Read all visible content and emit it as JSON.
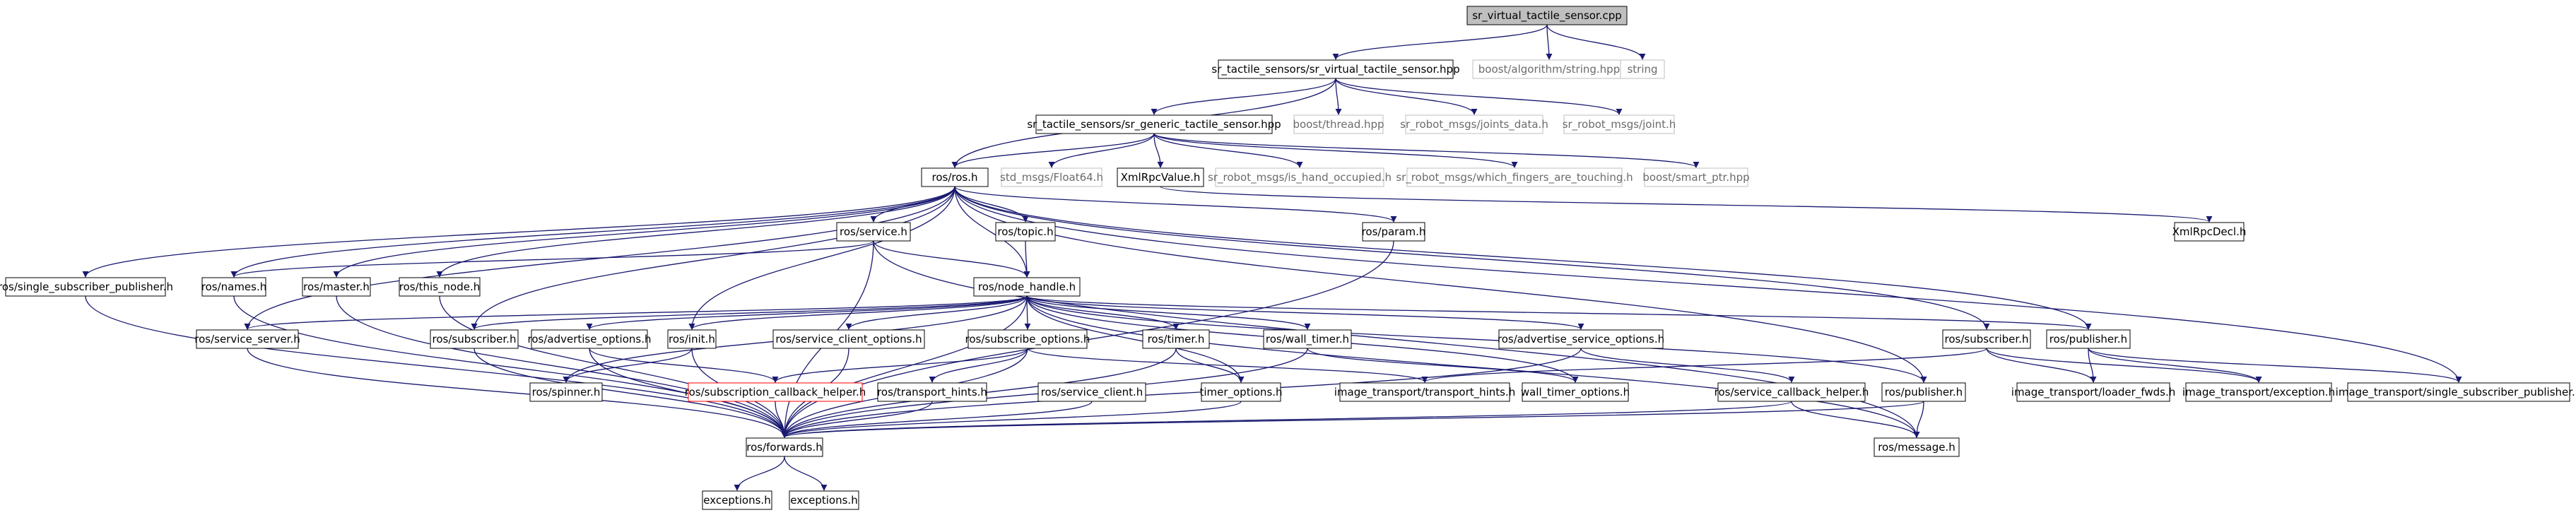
{
  "diagram": {
    "colors": {
      "edge": "#191970",
      "node_border": "#000000",
      "external_border": "#bfbfbf",
      "root_fill": "#bfbfbf",
      "missing_border": "#ff0000",
      "background": "#ffffff"
    },
    "nodes": [
      {
        "id": "n1",
        "label": "sr_virtual_tactile_sensor.cpp",
        "style": "root"
      },
      {
        "id": "n2",
        "label": "sr_tactile_sensors/sr_virtual_tactile_sensor.hpp",
        "style": "normal"
      },
      {
        "id": "n3",
        "label": "boost/algorithm/string.hpp",
        "style": "external"
      },
      {
        "id": "n4",
        "label": "string",
        "style": "external"
      },
      {
        "id": "n5",
        "label": "ros/ros.h",
        "style": "normal"
      },
      {
        "id": "n6",
        "label": "sr_tactile_sensors/sr_generic_tactile_sensor.hpp",
        "style": "normal"
      },
      {
        "id": "n7",
        "label": "boost/thread.hpp",
        "style": "external"
      },
      {
        "id": "n8",
        "label": "sr_robot_msgs/joints_data.h",
        "style": "external"
      },
      {
        "id": "n9",
        "label": "sr_robot_msgs/joint.h",
        "style": "external"
      },
      {
        "id": "n10",
        "label": "std_msgs/Float64.h",
        "style": "external"
      },
      {
        "id": "n11",
        "label": "XmlRpcValue.h",
        "style": "normal"
      },
      {
        "id": "n12",
        "label": "sr_robot_msgs/is_hand_occupied.h",
        "style": "external"
      },
      {
        "id": "n13",
        "label": "sr_robot_msgs/which_fingers_are_touching.h",
        "style": "external"
      },
      {
        "id": "n14",
        "label": "boost/smart_ptr.hpp",
        "style": "external"
      },
      {
        "id": "n15",
        "label": "XmlRpcDecl.h",
        "style": "normal"
      },
      {
        "id": "n16",
        "label": "ros/service.h",
        "style": "normal"
      },
      {
        "id": "n17",
        "label": "ros/topic.h",
        "style": "normal"
      },
      {
        "id": "n18",
        "label": "ros/param.h",
        "style": "normal"
      },
      {
        "id": "n19",
        "label": "ros/single_subscriber_publisher.h",
        "style": "normal"
      },
      {
        "id": "n20",
        "label": "ros/names.h",
        "style": "normal"
      },
      {
        "id": "n21",
        "label": "ros/master.h",
        "style": "normal"
      },
      {
        "id": "n22",
        "label": "ros/this_node.h",
        "style": "normal"
      },
      {
        "id": "n23",
        "label": "ros/node_handle.h",
        "style": "normal"
      },
      {
        "id": "n24",
        "label": "ros/service_server.h",
        "style": "normal"
      },
      {
        "id": "n25",
        "label": "ros/subscriber.h",
        "style": "normal"
      },
      {
        "id": "n26",
        "label": "ros/advertise_options.h",
        "style": "normal"
      },
      {
        "id": "n27",
        "label": "ros/init.h",
        "style": "normal"
      },
      {
        "id": "n28",
        "label": "ros/service_client_options.h",
        "style": "normal"
      },
      {
        "id": "n29",
        "label": "ros/subscribe_options.h",
        "style": "normal"
      },
      {
        "id": "n30",
        "label": "ros/timer.h",
        "style": "normal"
      },
      {
        "id": "n31",
        "label": "ros/wall_timer.h",
        "style": "normal"
      },
      {
        "id": "n32",
        "label": "ros/advertise_service_options.h",
        "style": "normal"
      },
      {
        "id": "n33",
        "label": "ros/subscriber.h",
        "style": "normal"
      },
      {
        "id": "n34",
        "label": "ros/publisher.h",
        "style": "normal"
      },
      {
        "id": "n35",
        "label": "ros/spinner.h",
        "style": "normal"
      },
      {
        "id": "n36",
        "label": "ros/subscription_callback_helper.h",
        "style": "missing"
      },
      {
        "id": "n37",
        "label": "ros/transport_hints.h",
        "style": "normal"
      },
      {
        "id": "n38",
        "label": "ros/service_client.h",
        "style": "normal"
      },
      {
        "id": "n39",
        "label": "timer_options.h",
        "style": "normal"
      },
      {
        "id": "n40",
        "label": "image_transport/transport_hints.h",
        "style": "normal"
      },
      {
        "id": "n41",
        "label": "wall_timer_options.h",
        "style": "normal"
      },
      {
        "id": "n42",
        "label": "ros/service_callback_helper.h",
        "style": "normal"
      },
      {
        "id": "n43",
        "label": "ros/publisher.h",
        "style": "normal"
      },
      {
        "id": "n44",
        "label": "image_transport/loader_fwds.h",
        "style": "normal"
      },
      {
        "id": "n45",
        "label": "image_transport/exception.h",
        "style": "normal"
      },
      {
        "id": "n46",
        "label": "image_transport/single_subscriber_publisher.h",
        "style": "normal"
      },
      {
        "id": "n47",
        "label": "ros/forwards.h",
        "style": "normal"
      },
      {
        "id": "n48",
        "label": "ros/message.h",
        "style": "normal"
      },
      {
        "id": "n49",
        "label": "exceptions.h",
        "style": "normal"
      },
      {
        "id": "n50",
        "label": "exceptions.h",
        "style": "normal"
      }
    ],
    "edges": [
      [
        "n1",
        "n2"
      ],
      [
        "n1",
        "n3"
      ],
      [
        "n1",
        "n4"
      ],
      [
        "n2",
        "n5"
      ],
      [
        "n2",
        "n6"
      ],
      [
        "n2",
        "n7"
      ],
      [
        "n2",
        "n8"
      ],
      [
        "n2",
        "n9"
      ],
      [
        "n6",
        "n5"
      ],
      [
        "n6",
        "n10"
      ],
      [
        "n6",
        "n11"
      ],
      [
        "n6",
        "n12"
      ],
      [
        "n6",
        "n13"
      ],
      [
        "n6",
        "n14"
      ],
      [
        "n11",
        "n15"
      ],
      [
        "n5",
        "n19"
      ],
      [
        "n5",
        "n20"
      ],
      [
        "n5",
        "n21"
      ],
      [
        "n5",
        "n22"
      ],
      [
        "n5",
        "n16"
      ],
      [
        "n5",
        "n17"
      ],
      [
        "n5",
        "n23"
      ],
      [
        "n5",
        "n18"
      ],
      [
        "n5",
        "n24"
      ],
      [
        "n5",
        "n25"
      ],
      [
        "n5",
        "n27"
      ],
      [
        "n5",
        "n33"
      ],
      [
        "n5",
        "n34"
      ],
      [
        "n5",
        "n43"
      ],
      [
        "n5",
        "n46"
      ],
      [
        "n16",
        "n20"
      ],
      [
        "n16",
        "n23"
      ],
      [
        "n16",
        "n47"
      ],
      [
        "n16",
        "n48"
      ],
      [
        "n17",
        "n23"
      ],
      [
        "n18",
        "n47"
      ],
      [
        "n19",
        "n47"
      ],
      [
        "n20",
        "n47"
      ],
      [
        "n21",
        "n47"
      ],
      [
        "n22",
        "n47"
      ],
      [
        "n23",
        "n24"
      ],
      [
        "n23",
        "n25"
      ],
      [
        "n23",
        "n26"
      ],
      [
        "n23",
        "n27"
      ],
      [
        "n23",
        "n28"
      ],
      [
        "n23",
        "n29"
      ],
      [
        "n23",
        "n30"
      ],
      [
        "n23",
        "n31"
      ],
      [
        "n23",
        "n32"
      ],
      [
        "n23",
        "n39"
      ],
      [
        "n23",
        "n41"
      ],
      [
        "n23",
        "n43"
      ],
      [
        "n23",
        "n34"
      ],
      [
        "n23",
        "n47"
      ],
      [
        "n23",
        "n48"
      ],
      [
        "n23",
        "n35"
      ],
      [
        "n24",
        "n47"
      ],
      [
        "n25",
        "n47"
      ],
      [
        "n26",
        "n36"
      ],
      [
        "n26",
        "n47"
      ],
      [
        "n27",
        "n35"
      ],
      [
        "n27",
        "n47"
      ],
      [
        "n28",
        "n47"
      ],
      [
        "n29",
        "n36"
      ],
      [
        "n29",
        "n37"
      ],
      [
        "n29",
        "n47"
      ],
      [
        "n29",
        "n40"
      ],
      [
        "n30",
        "n39"
      ],
      [
        "n30",
        "n47"
      ],
      [
        "n31",
        "n41"
      ],
      [
        "n31",
        "n47"
      ],
      [
        "n32",
        "n42"
      ],
      [
        "n32",
        "n47"
      ],
      [
        "n33",
        "n40"
      ],
      [
        "n33",
        "n44"
      ],
      [
        "n33",
        "n45"
      ],
      [
        "n34",
        "n44"
      ],
      [
        "n34",
        "n45"
      ],
      [
        "n34",
        "n46"
      ],
      [
        "n36",
        "n47"
      ],
      [
        "n37",
        "n47"
      ],
      [
        "n38",
        "n47"
      ],
      [
        "n39",
        "n47"
      ],
      [
        "n42",
        "n47"
      ],
      [
        "n42",
        "n48"
      ],
      [
        "n43",
        "n47"
      ],
      [
        "n43",
        "n48"
      ],
      [
        "n47",
        "n49"
      ],
      [
        "n47",
        "n50"
      ]
    ]
  }
}
